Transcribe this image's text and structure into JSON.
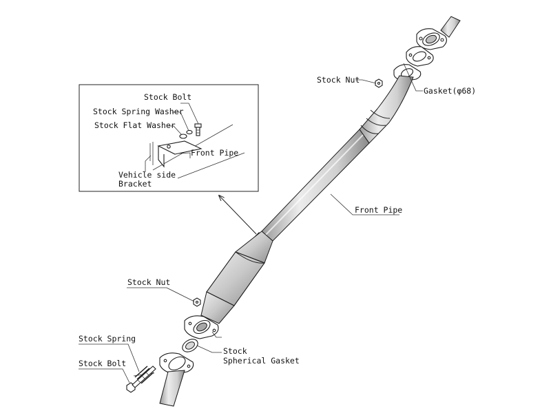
{
  "labels": {
    "inset_stock_bolt": "Stock Bolt",
    "inset_spring_washer": "Stock Spring Washer",
    "inset_flat_washer": "Stock Flat Washer",
    "inset_front_pipe": "Front Pipe",
    "inset_bracket_line1": "Vehicle side",
    "inset_bracket_line2": "Bracket",
    "top_stock_nut": "Stock Nut",
    "gasket_68": "Gasket(φ68)",
    "front_pipe": "Front Pipe",
    "mid_stock_nut": "Stock Nut",
    "stock_spring": "Stock Spring",
    "stock_bolt": "Stock Bolt",
    "spherical_gasket_line1": "Stock",
    "spherical_gasket_line2": "Spherical Gasket"
  },
  "colors": {
    "line": "#222222",
    "shade_light": "#e2e2e2",
    "shade_mid": "#bdbdbd",
    "shade_dark": "#8f8f8f",
    "background": "#ffffff"
  }
}
